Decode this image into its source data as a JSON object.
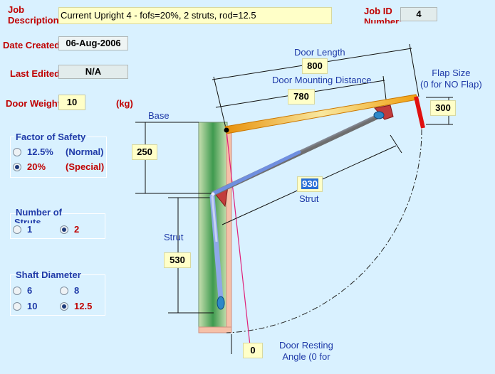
{
  "job": {
    "description_label": "Job Description",
    "description_value": "Current Upright 4 - fofs=20%, 2 struts, rod=12.5",
    "id_label_line1": "Job ID",
    "id_label_line2": "Number:",
    "id_value": "4"
  },
  "date_created": {
    "label": "Date Created",
    "value": "06-Aug-2006"
  },
  "last_edited": {
    "label": "Last Edited",
    "value": "N/A"
  },
  "door_weight": {
    "label": "Door Weight",
    "value": "10",
    "unit": "(kg)"
  },
  "factor_of_safety": {
    "title": "Factor of Safety",
    "options": [
      {
        "value": "12.5%",
        "note": "(Normal)",
        "selected": false
      },
      {
        "value": "20%",
        "note": "(Special)",
        "selected": true
      }
    ]
  },
  "number_of_struts": {
    "title": "Number of Struts",
    "options": [
      {
        "value": "1",
        "selected": false
      },
      {
        "value": "2",
        "selected": true
      }
    ]
  },
  "shaft_diameter": {
    "title": "Shaft Diameter",
    "options": [
      {
        "value": "6",
        "selected": false
      },
      {
        "value": "8",
        "selected": false
      },
      {
        "value": "10",
        "selected": false
      },
      {
        "value": "12.5",
        "selected": true
      }
    ]
  },
  "diagram": {
    "base_label": "Base",
    "door_length_label": "Door Length",
    "door_length_value": "800",
    "door_mounting_label": "Door Mounting Distance",
    "door_mounting_value": "780",
    "flap_label_line1": "Flap Size",
    "flap_label_line2": "(0 for NO Flap)",
    "flap_value": "300",
    "base_height_value": "250",
    "strut_length_value": "930",
    "strut_length_label": "Strut",
    "strut_mount_label": "Strut",
    "strut_mount_value": "530",
    "resting_angle_value": "0",
    "resting_label_line1": "Door Resting",
    "resting_label_line2": "Angle (0 for"
  },
  "colors": {
    "background": "#d9f1ff",
    "label_red": "#c00000",
    "label_blue": "#1f3aa8",
    "field_yellow": "#ffffc8",
    "selected_highlight": "#2a6fd6"
  }
}
